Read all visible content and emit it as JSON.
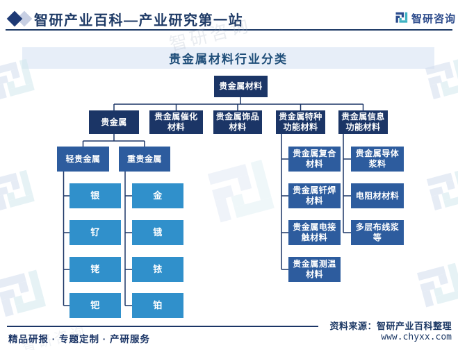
{
  "header": {
    "title": "智研产业百科—产业研究第一站",
    "brand": "智研咨询",
    "icons": {
      "left": "double-diamond-icon",
      "brand": "zhiyan-logo-icon"
    }
  },
  "diagram": {
    "title": "贵金属材料行业分类",
    "root": "贵金属材料",
    "level2": [
      "贵金属",
      "贵金属催化\n材料",
      "贵金属饰品\n材料",
      "贵金属特种\n功能材料",
      "贵金属信息\n功能材料"
    ],
    "metal_groups": [
      "轻贵金属",
      "重贵金属"
    ],
    "light_metals": [
      "银",
      "钌",
      "铑",
      "钯"
    ],
    "heavy_metals": [
      "金",
      "锇",
      "铱",
      "铂"
    ],
    "special_function_children": [
      "贵金属复合\n材料",
      "贵金属钎焊\n材料",
      "贵金属电接\n触材料",
      "贵金属测温\n材料"
    ],
    "info_function_children": [
      "贵金属导体\n浆料",
      "电阻材材料",
      "多层布线浆\n等"
    ],
    "colors": {
      "level_dark": "#1b3566",
      "level_mid": "#2d5c9e",
      "level_leaf": "#3090cb",
      "band_bg": "#e7eef8",
      "band_text": "#1f4e79",
      "connector": "#1b3566"
    }
  },
  "footer": {
    "services": "精品研报 · 专题定制 · 产研服务",
    "source": "资料来源：智研产业百科整理",
    "website": "www.chyxx.com"
  },
  "watermark": {
    "text": "智研咨询"
  }
}
